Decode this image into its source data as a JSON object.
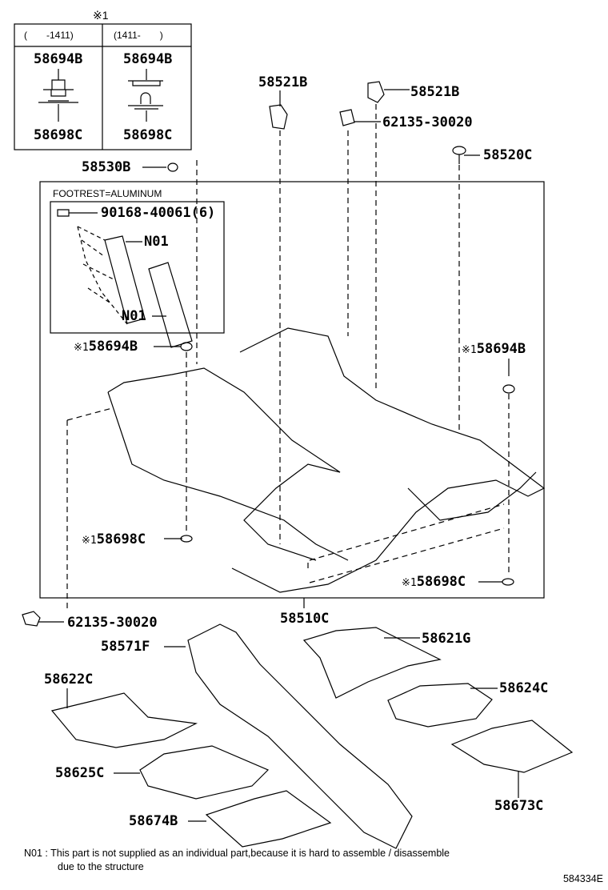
{
  "legend_box": {
    "title": "※1",
    "columns": [
      {
        "range": "(　　-1411)",
        "top_part": "58694B",
        "bottom_part": "58698C"
      },
      {
        "range": "(1411-　　)",
        "top_part": "58694B",
        "bottom_part": "58698C"
      }
    ]
  },
  "footrest": {
    "title": "FOOTREST=ALUMINUM",
    "bolt": "90168-40061(6)",
    "plate_upper": "N01",
    "plate_lower": "N01"
  },
  "parts": {
    "p58530B": "58530B",
    "p58521B_left": "58521B",
    "p58521B_right": "58521B",
    "p62135_top": "62135-30020",
    "p58520C": "58520C",
    "p58694B_left": "58694B",
    "p58694B_right": "58694B",
    "p58698C_left": "58698C",
    "p58698C_right": "58698C",
    "mark": "※1",
    "p62135_bottom": "62135-30020",
    "p58510C": "58510C",
    "p58571F": "58571F",
    "p58621G": "58621G",
    "p58622C": "58622C",
    "p58624C": "58624C",
    "p58625C": "58625C",
    "p58673C": "58673C",
    "p58674B": "58674B"
  },
  "footnote": {
    "line1": "N01 : This part is not supplied as an individual part,because it is hard to assemble / disassemble",
    "line2": "due to the structure"
  },
  "diagram_id": "584334E"
}
